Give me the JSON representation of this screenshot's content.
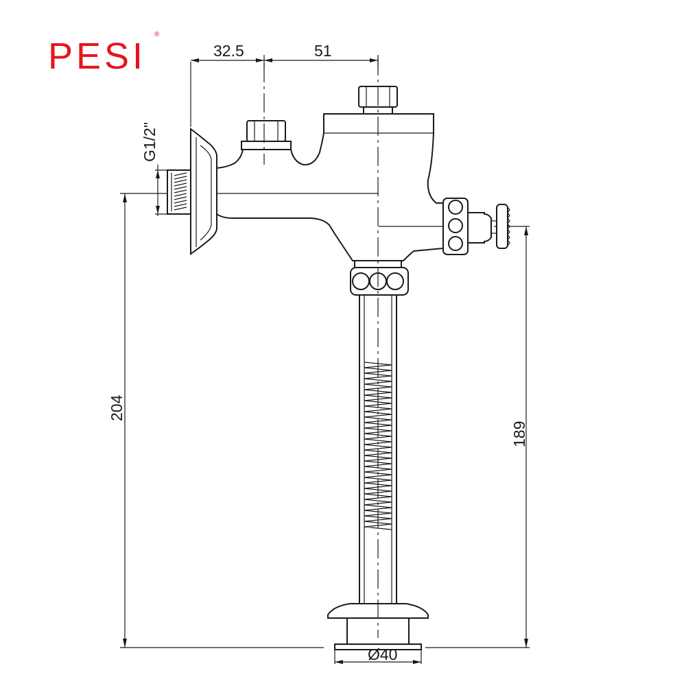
{
  "brand": {
    "name": "PESI",
    "trademark": "®",
    "color": "#e8141c"
  },
  "dimensions": {
    "inlet_to_stop": "32.5",
    "stop_to_center": "51",
    "thread": "G1/2\"",
    "overall_height": "204",
    "button_height": "189",
    "outlet_diameter": "Ø40"
  },
  "line_color": "#1a1a1a"
}
